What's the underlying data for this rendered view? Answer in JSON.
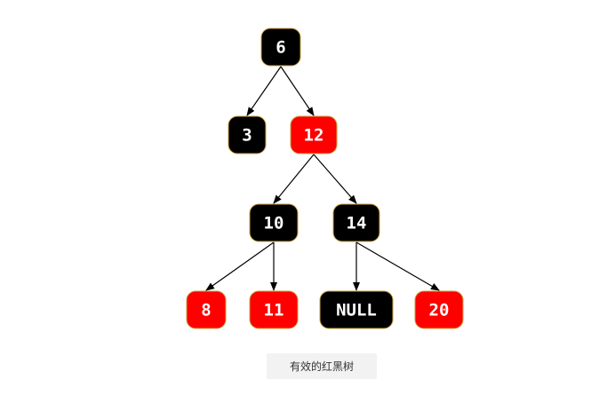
{
  "colors": {
    "black_node": "#000000",
    "red_node": "#ff0000",
    "node_border": "#c8a040",
    "edge": "#000000",
    "text": "#ffffff"
  },
  "tree": {
    "nodes": [
      {
        "id": "n6",
        "label": "6",
        "color": "black"
      },
      {
        "id": "n3",
        "label": "3",
        "color": "black"
      },
      {
        "id": "n12",
        "label": "12",
        "color": "red"
      },
      {
        "id": "n10",
        "label": "10",
        "color": "black"
      },
      {
        "id": "n14",
        "label": "14",
        "color": "black"
      },
      {
        "id": "n8",
        "label": "8",
        "color": "red"
      },
      {
        "id": "n11",
        "label": "11",
        "color": "red"
      },
      {
        "id": "nnull",
        "label": "NULL",
        "color": "black"
      },
      {
        "id": "n20",
        "label": "20",
        "color": "red"
      }
    ],
    "edges": [
      {
        "from": "n6",
        "to": "n3"
      },
      {
        "from": "n6",
        "to": "n12"
      },
      {
        "from": "n12",
        "to": "n10"
      },
      {
        "from": "n12",
        "to": "n14"
      },
      {
        "from": "n10",
        "to": "n8"
      },
      {
        "from": "n10",
        "to": "n11"
      },
      {
        "from": "n14",
        "to": "nnull"
      },
      {
        "from": "n14",
        "to": "n20"
      }
    ]
  },
  "caption": "有效的红黑树"
}
